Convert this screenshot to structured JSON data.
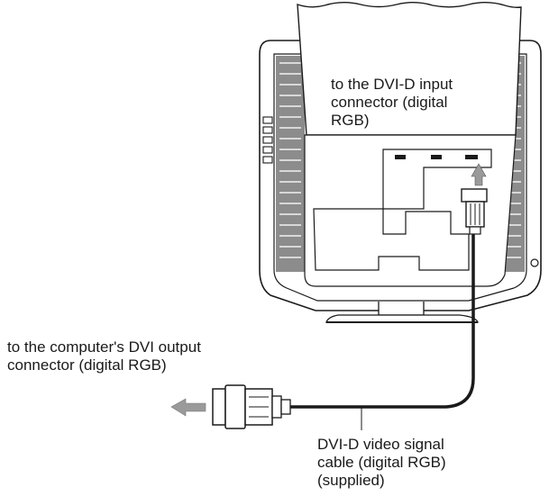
{
  "labels": {
    "input_connector": "to the DVI-D input\nconnector (digital\nRGB)",
    "computer_output": "to the computer's DVI output\nconnector (digital RGB)",
    "cable": "DVI-D video signal\ncable (digital RGB)\n(supplied)"
  },
  "colors": {
    "line": "#1a1a1a",
    "monitor_fill": "#ffffff",
    "shade": "#8c8c8c",
    "arrow": "#9a9a9a"
  }
}
